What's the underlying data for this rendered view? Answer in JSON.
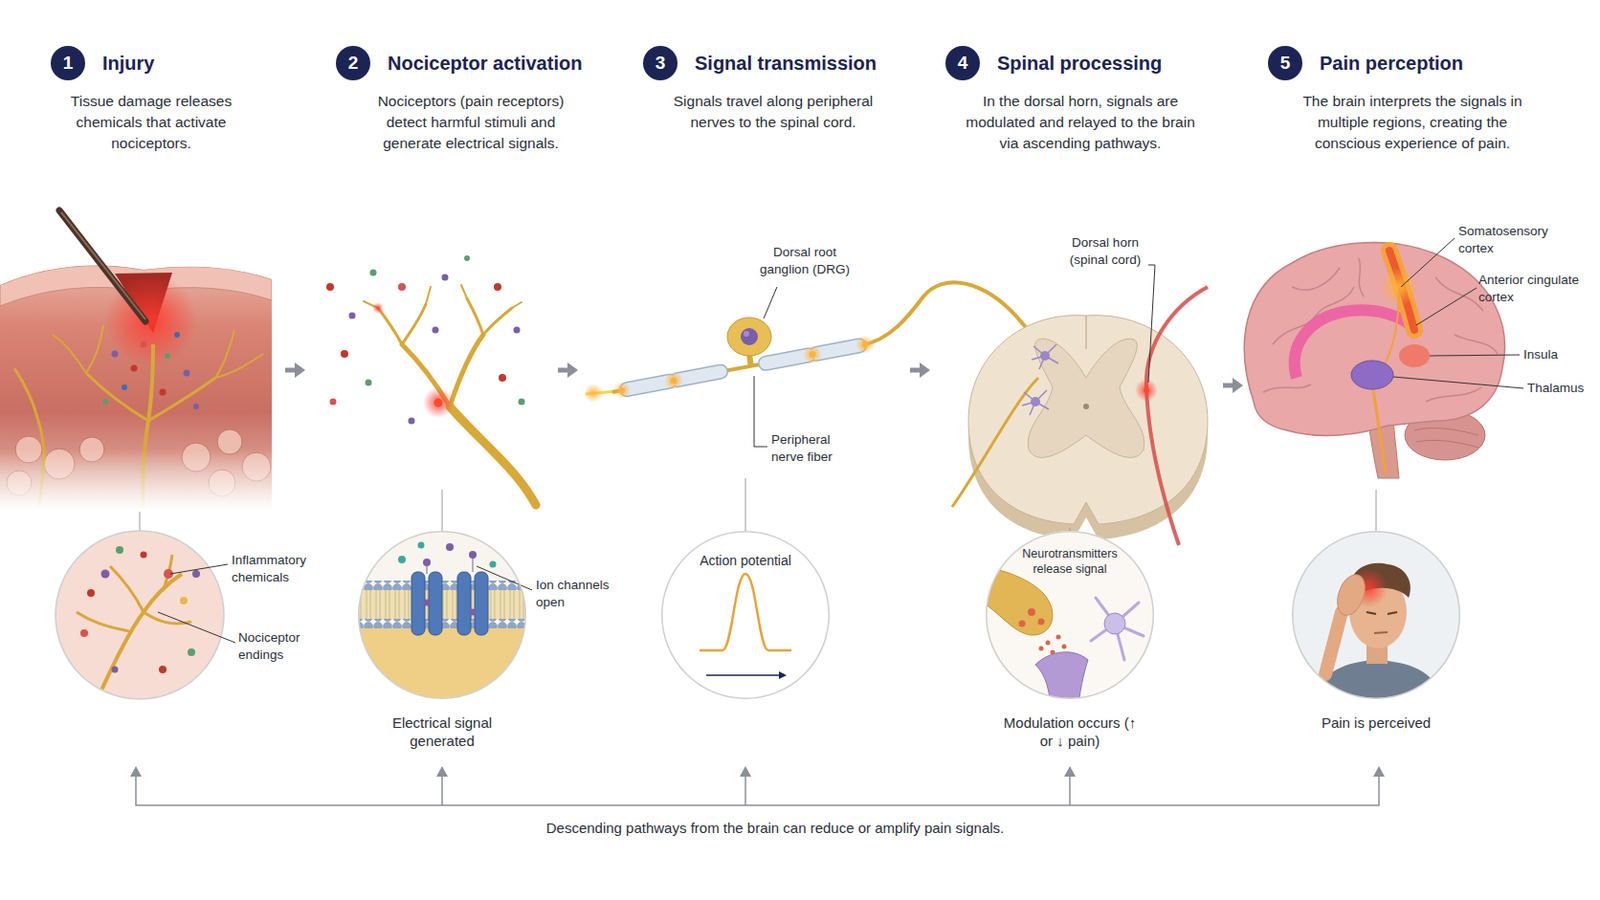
{
  "diagram": {
    "nodes": [
      {
        "text": [
          "1",
          "Injury"
        ]
      },
      {
        "text": [
          "2",
          "Nociceptor activation"
        ]
      },
      {
        "text": [
          "3",
          "Signal transmission"
        ]
      },
      {
        "text": [
          "4",
          "Spinal processing"
        ]
      },
      {
        "text": [
          "5",
          "Pain perception"
        ]
      },
      {
        "text": [
          "Electrical signal generated"
        ]
      },
      {
        "text": [
          "Action potential"
        ]
      },
      {
        "text": [
          "Neurotransmitters release signal",
          "Modulation occurs (↑ or ↓ pain)"
        ]
      },
      {
        "text": [
          "Pain is perceived"
        ]
      }
    ],
    "labels": [
      "Tissue damage releases chemicals that activate nociceptors.",
      "Nociceptors (pain receptors) detect harmful stimuli and generate electrical signals.",
      "Signals travel along peripheral nerves to the spinal cord.",
      "In the dorsal horn, signals are modulated and relayed to the brain via ascending pathways.",
      "The brain interprets the signals in multiple regions, creating the conscious experience of pain.",
      "Dorsal root ganglion (DRG)",
      "Peripheral nerve fiber",
      "Dorsal horn (spinal cord)",
      "Somatosensory cortex",
      "Anterior cingulate cortex",
      "Insula",
      "Thalamus",
      "Inflammatory chemicals",
      "Nociceptor endings",
      "Ion channels open",
      "Descending pathways from the brain can reduce or amplify pain signals."
    ]
  }
}
